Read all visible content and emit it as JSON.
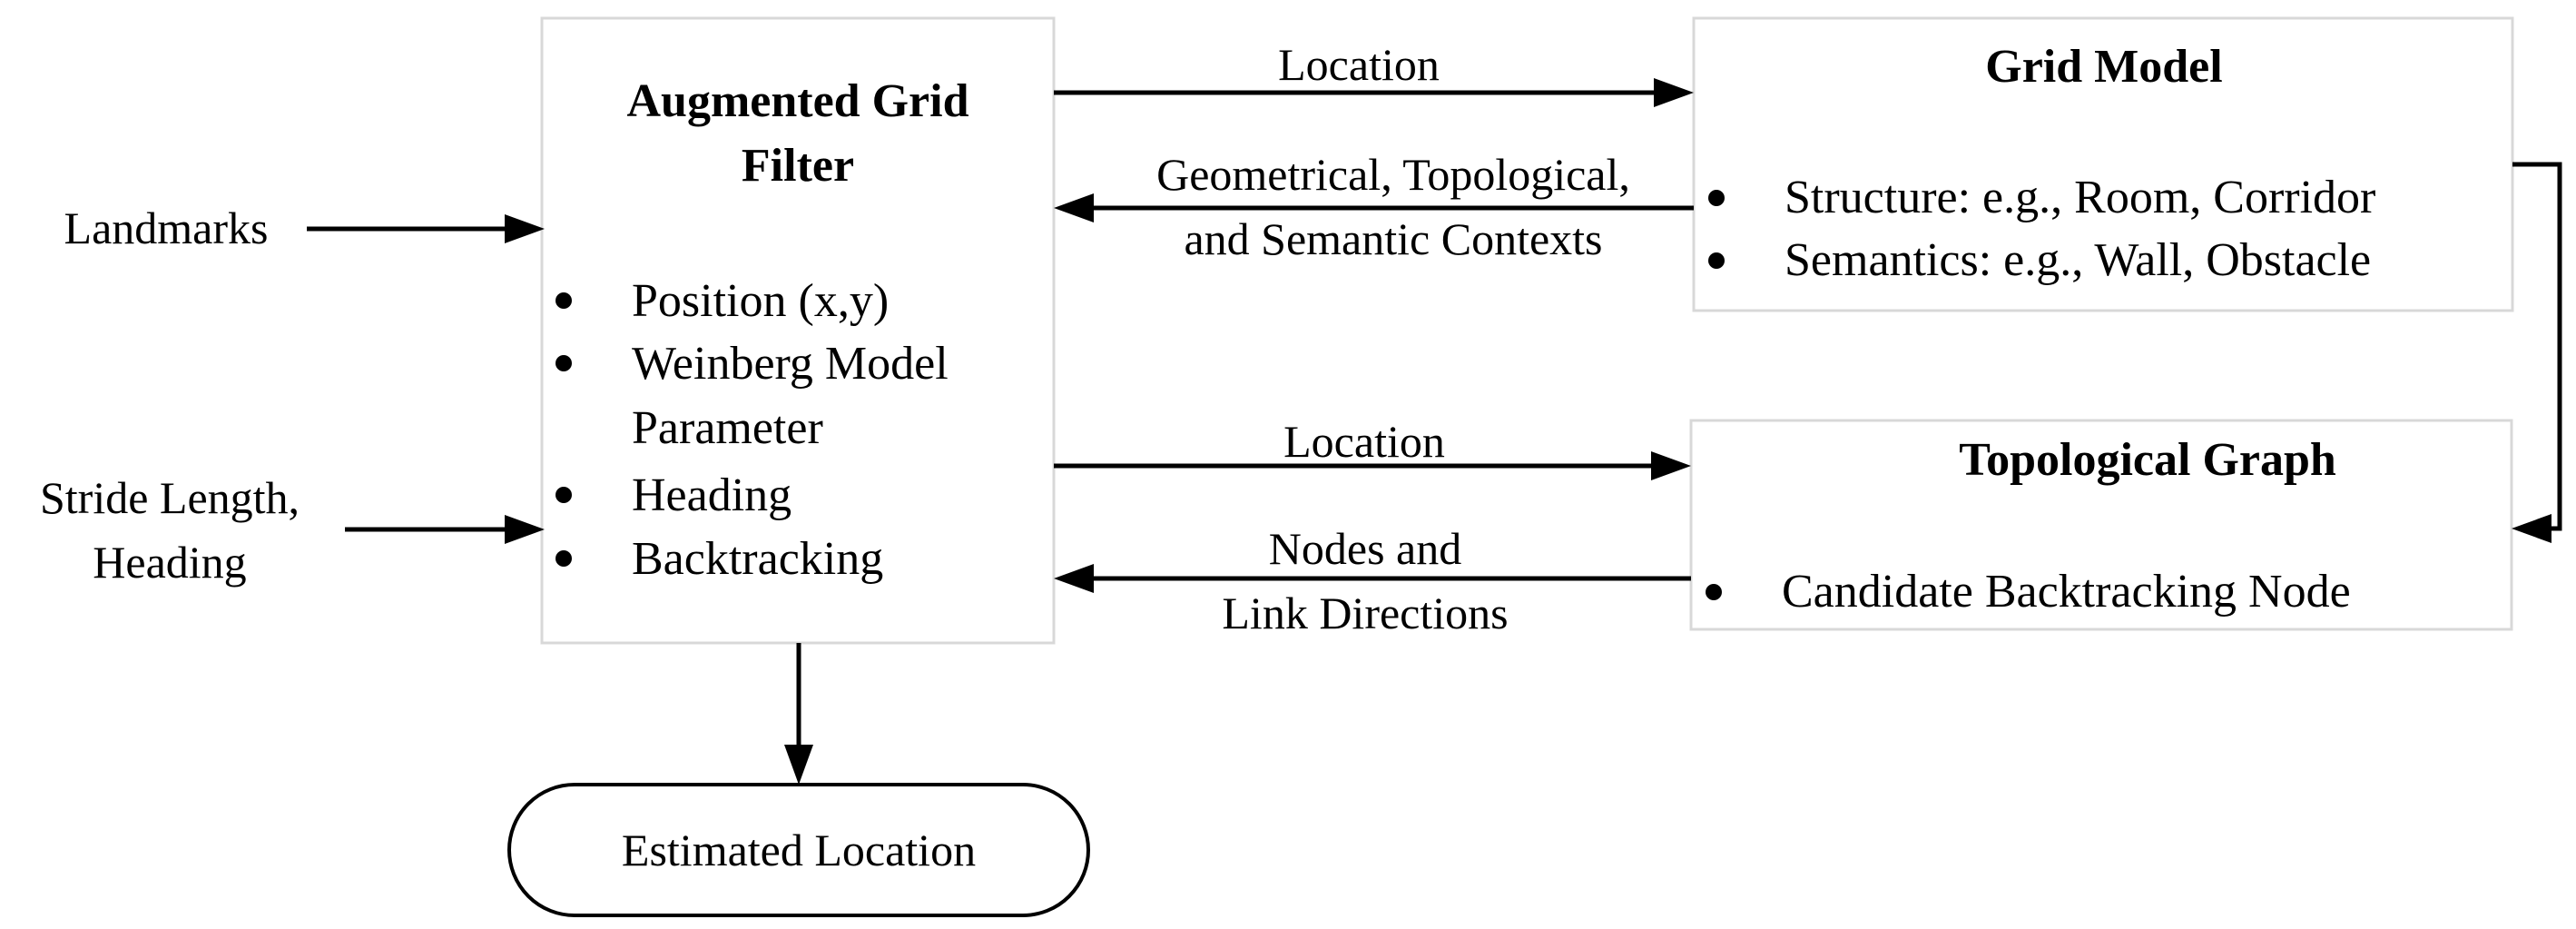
{
  "inputs": {
    "landmarks": "Landmarks",
    "stride_line1": "Stride Length,",
    "stride_line2": "Heading"
  },
  "augmented_grid_filter": {
    "title_line1": "Augmented Grid",
    "title_line2": "Filter",
    "bullets": {
      "position": "Position (x,y)",
      "weinberg_line1": "Weinberg Model",
      "weinberg_line2": "Parameter",
      "heading": "Heading",
      "backtracking": "Backtracking"
    }
  },
  "grid_model": {
    "title": "Grid Model",
    "bullets": {
      "structure": "Structure: e.g., Room, Corridor",
      "semantics": "Semantics: e.g., Wall, Obstacle"
    }
  },
  "topological_graph": {
    "title": "Topological Graph",
    "bullets": {
      "candidate": "Candidate Backtracking Node"
    }
  },
  "edges": {
    "to_grid_location": "Location",
    "from_grid_line1": "Geometrical, Topological,",
    "from_grid_line2": "and Semantic Contexts",
    "to_topo_location": "Location",
    "from_topo_line1": "Nodes and",
    "from_topo_line2": "Link Directions"
  },
  "output": {
    "estimated_location": "Estimated Location"
  }
}
